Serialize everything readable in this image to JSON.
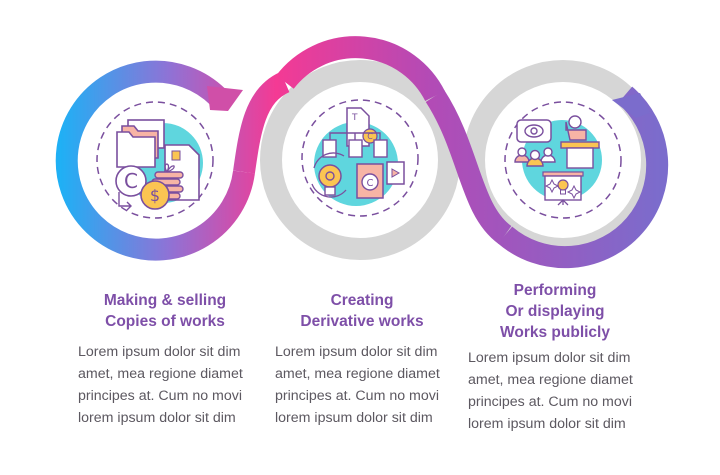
{
  "colors": {
    "gradient_start": "#1fb0f5",
    "gradient_mid": "#f43a94",
    "gradient_end": "#7b6ccc",
    "track_gray": "#d6d6d6",
    "title_purple": "#7e4fa8",
    "body_gray": "#5c5860",
    "icon_stroke": "#7a4f9e",
    "icon_teal": "#5fd6de",
    "icon_peach": "#f7b4a5",
    "icon_yellow": "#fbc552"
  },
  "steps": [
    {
      "icon": "copies-sales-icon",
      "title_lines": [
        "Making & selling",
        "Copies of works"
      ],
      "body_lines": [
        "Lorem ipsum dolor sit dim",
        "amet, mea regione diamet",
        "principes at. Cum no movi",
        "lorem ipsum dolor sit dim"
      ]
    },
    {
      "icon": "derivative-works-icon",
      "title_lines": [
        "Creating",
        "Derivative works"
      ],
      "body_lines": [
        "Lorem ipsum dolor sit dim",
        "amet, mea regione diamet",
        "principes at. Cum no movi",
        "lorem ipsum dolor sit dim"
      ]
    },
    {
      "icon": "public-performance-icon",
      "title_lines": [
        "Performing",
        "Or displaying",
        "Works publicly"
      ],
      "body_lines": [
        "Lorem ipsum dolor sit dim",
        "amet, mea regione diamet",
        "principes at. Cum no movi",
        "lorem ipsum dolor sit dim"
      ]
    }
  ]
}
